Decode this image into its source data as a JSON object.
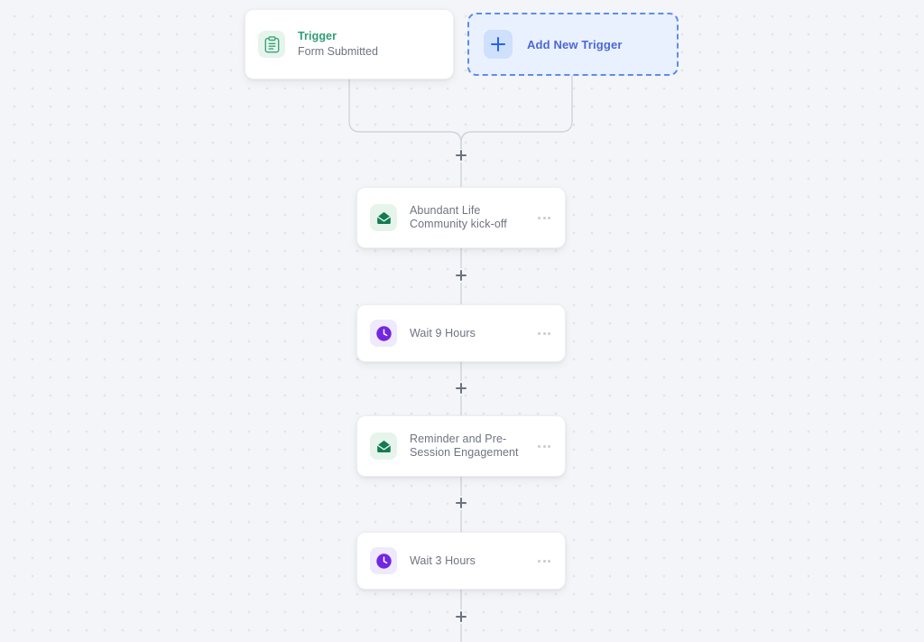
{
  "canvas": {
    "background_color": "#f4f5f8",
    "dot_color": "#e2e4ea",
    "wire_color": "#cfd3da"
  },
  "trigger": {
    "icon": "clipboard-icon",
    "icon_color": "#3aa57c",
    "title": "Trigger",
    "subtitle": "Form Submitted"
  },
  "add_trigger": {
    "icon": "plus-icon",
    "label": "Add New Trigger",
    "accent_color": "#4a68d8",
    "border_color": "#5b8def",
    "fill_color": "#eaf1fe"
  },
  "steps": [
    {
      "id": "email-1",
      "icon": "envelope-icon",
      "icon_color": "#137a52",
      "icon_bg": "#e6f4ec",
      "title": "Abundant Life Community kick-off",
      "menu": "more-options"
    },
    {
      "id": "wait-1",
      "icon": "clock-icon",
      "icon_color": "#7226e0",
      "icon_bg": "#efe9fd",
      "title": "Wait 9 Hours",
      "menu": "more-options"
    },
    {
      "id": "email-2",
      "icon": "envelope-icon",
      "icon_color": "#137a52",
      "icon_bg": "#e6f4ec",
      "title": "Reminder and Pre-Session Engagement",
      "menu": "more-options"
    },
    {
      "id": "wait-2",
      "icon": "clock-icon",
      "icon_color": "#7226e0",
      "icon_bg": "#efe9fd",
      "title": "Wait 3 Hours",
      "menu": "more-options"
    }
  ],
  "add_step_handles": [
    {
      "id": "handle-after-trigger",
      "label": "+"
    },
    {
      "id": "handle-after-email-1",
      "label": "+"
    },
    {
      "id": "handle-after-wait-1",
      "label": "+"
    },
    {
      "id": "handle-after-email-2",
      "label": "+"
    },
    {
      "id": "handle-after-wait-2",
      "label": "+"
    }
  ]
}
